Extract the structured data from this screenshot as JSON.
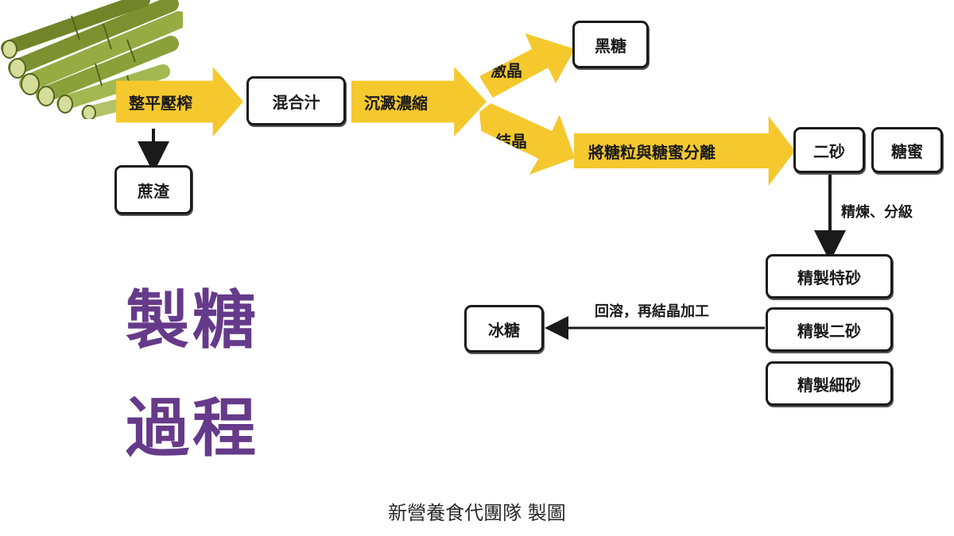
{
  "steps": {
    "press": "整平壓榨",
    "mixed_juice": "混合汁",
    "concentrate": "沉澱濃縮",
    "quick_crystal": "激晶",
    "crystal": "結晶",
    "separate": "將糖粒與糖蜜分離"
  },
  "products": {
    "bagasse": "蔗渣",
    "brown_sugar": "黑糖",
    "raw_sugar": "二砂",
    "molasses": "糖蜜",
    "refined_special": "精製特砂",
    "refined_raw": "精製二砂",
    "refined_fine": "精製細砂",
    "rock_sugar": "冰糖"
  },
  "labels": {
    "refine": "精煉、分級",
    "recrystallize": "回溶，再結晶加工"
  },
  "title": {
    "line1": "製糖",
    "line2": "過程"
  },
  "credit": "新營養食代團隊 製圖",
  "colors": {
    "arrow": "#f5c82e",
    "title": "#663a8a",
    "sugarcane": "#8fa23c"
  }
}
